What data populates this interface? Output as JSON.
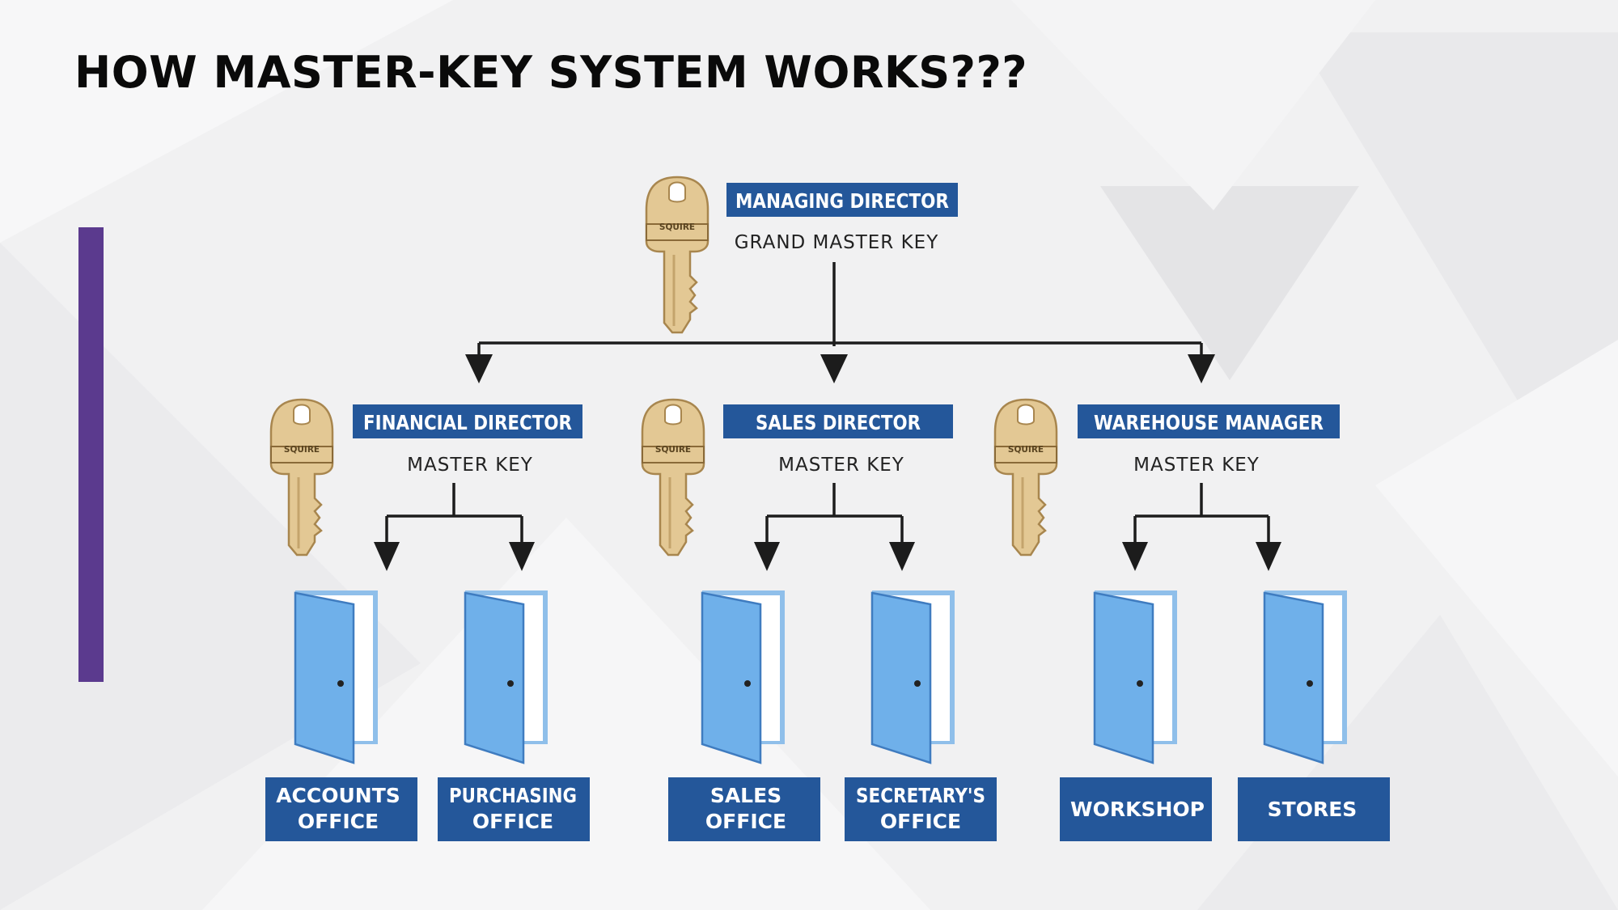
{
  "title": "HOW MASTER-KEY SYSTEM WORKS???",
  "colors": {
    "accent_bar": "#5b3a8e",
    "label_box": "#24579a",
    "key_gold": "#e3c894",
    "door_blue": "#6fb0ea"
  },
  "key_brand": "SQUIRE",
  "top": {
    "role": "MANAGING DIRECTOR",
    "key_type": "GRAND MASTER KEY"
  },
  "managers": [
    {
      "role": "FINANCIAL DIRECTOR",
      "key_type": "MASTER KEY",
      "doors": [
        {
          "line1": "ACCOUNTS",
          "line2": "OFFICE"
        },
        {
          "line1": "PURCHASING",
          "line2": "OFFICE"
        }
      ]
    },
    {
      "role": "SALES DIRECTOR",
      "key_type": "MASTER KEY",
      "doors": [
        {
          "line1": "SALES",
          "line2": "OFFICE"
        },
        {
          "line1": "SECRETARY'S",
          "line2": "OFFICE"
        }
      ]
    },
    {
      "role": "WAREHOUSE MANAGER",
      "key_type": "MASTER KEY",
      "doors": [
        {
          "line1": "WORKSHOP",
          "line2": ""
        },
        {
          "line1": "STORES",
          "line2": ""
        }
      ]
    }
  ]
}
